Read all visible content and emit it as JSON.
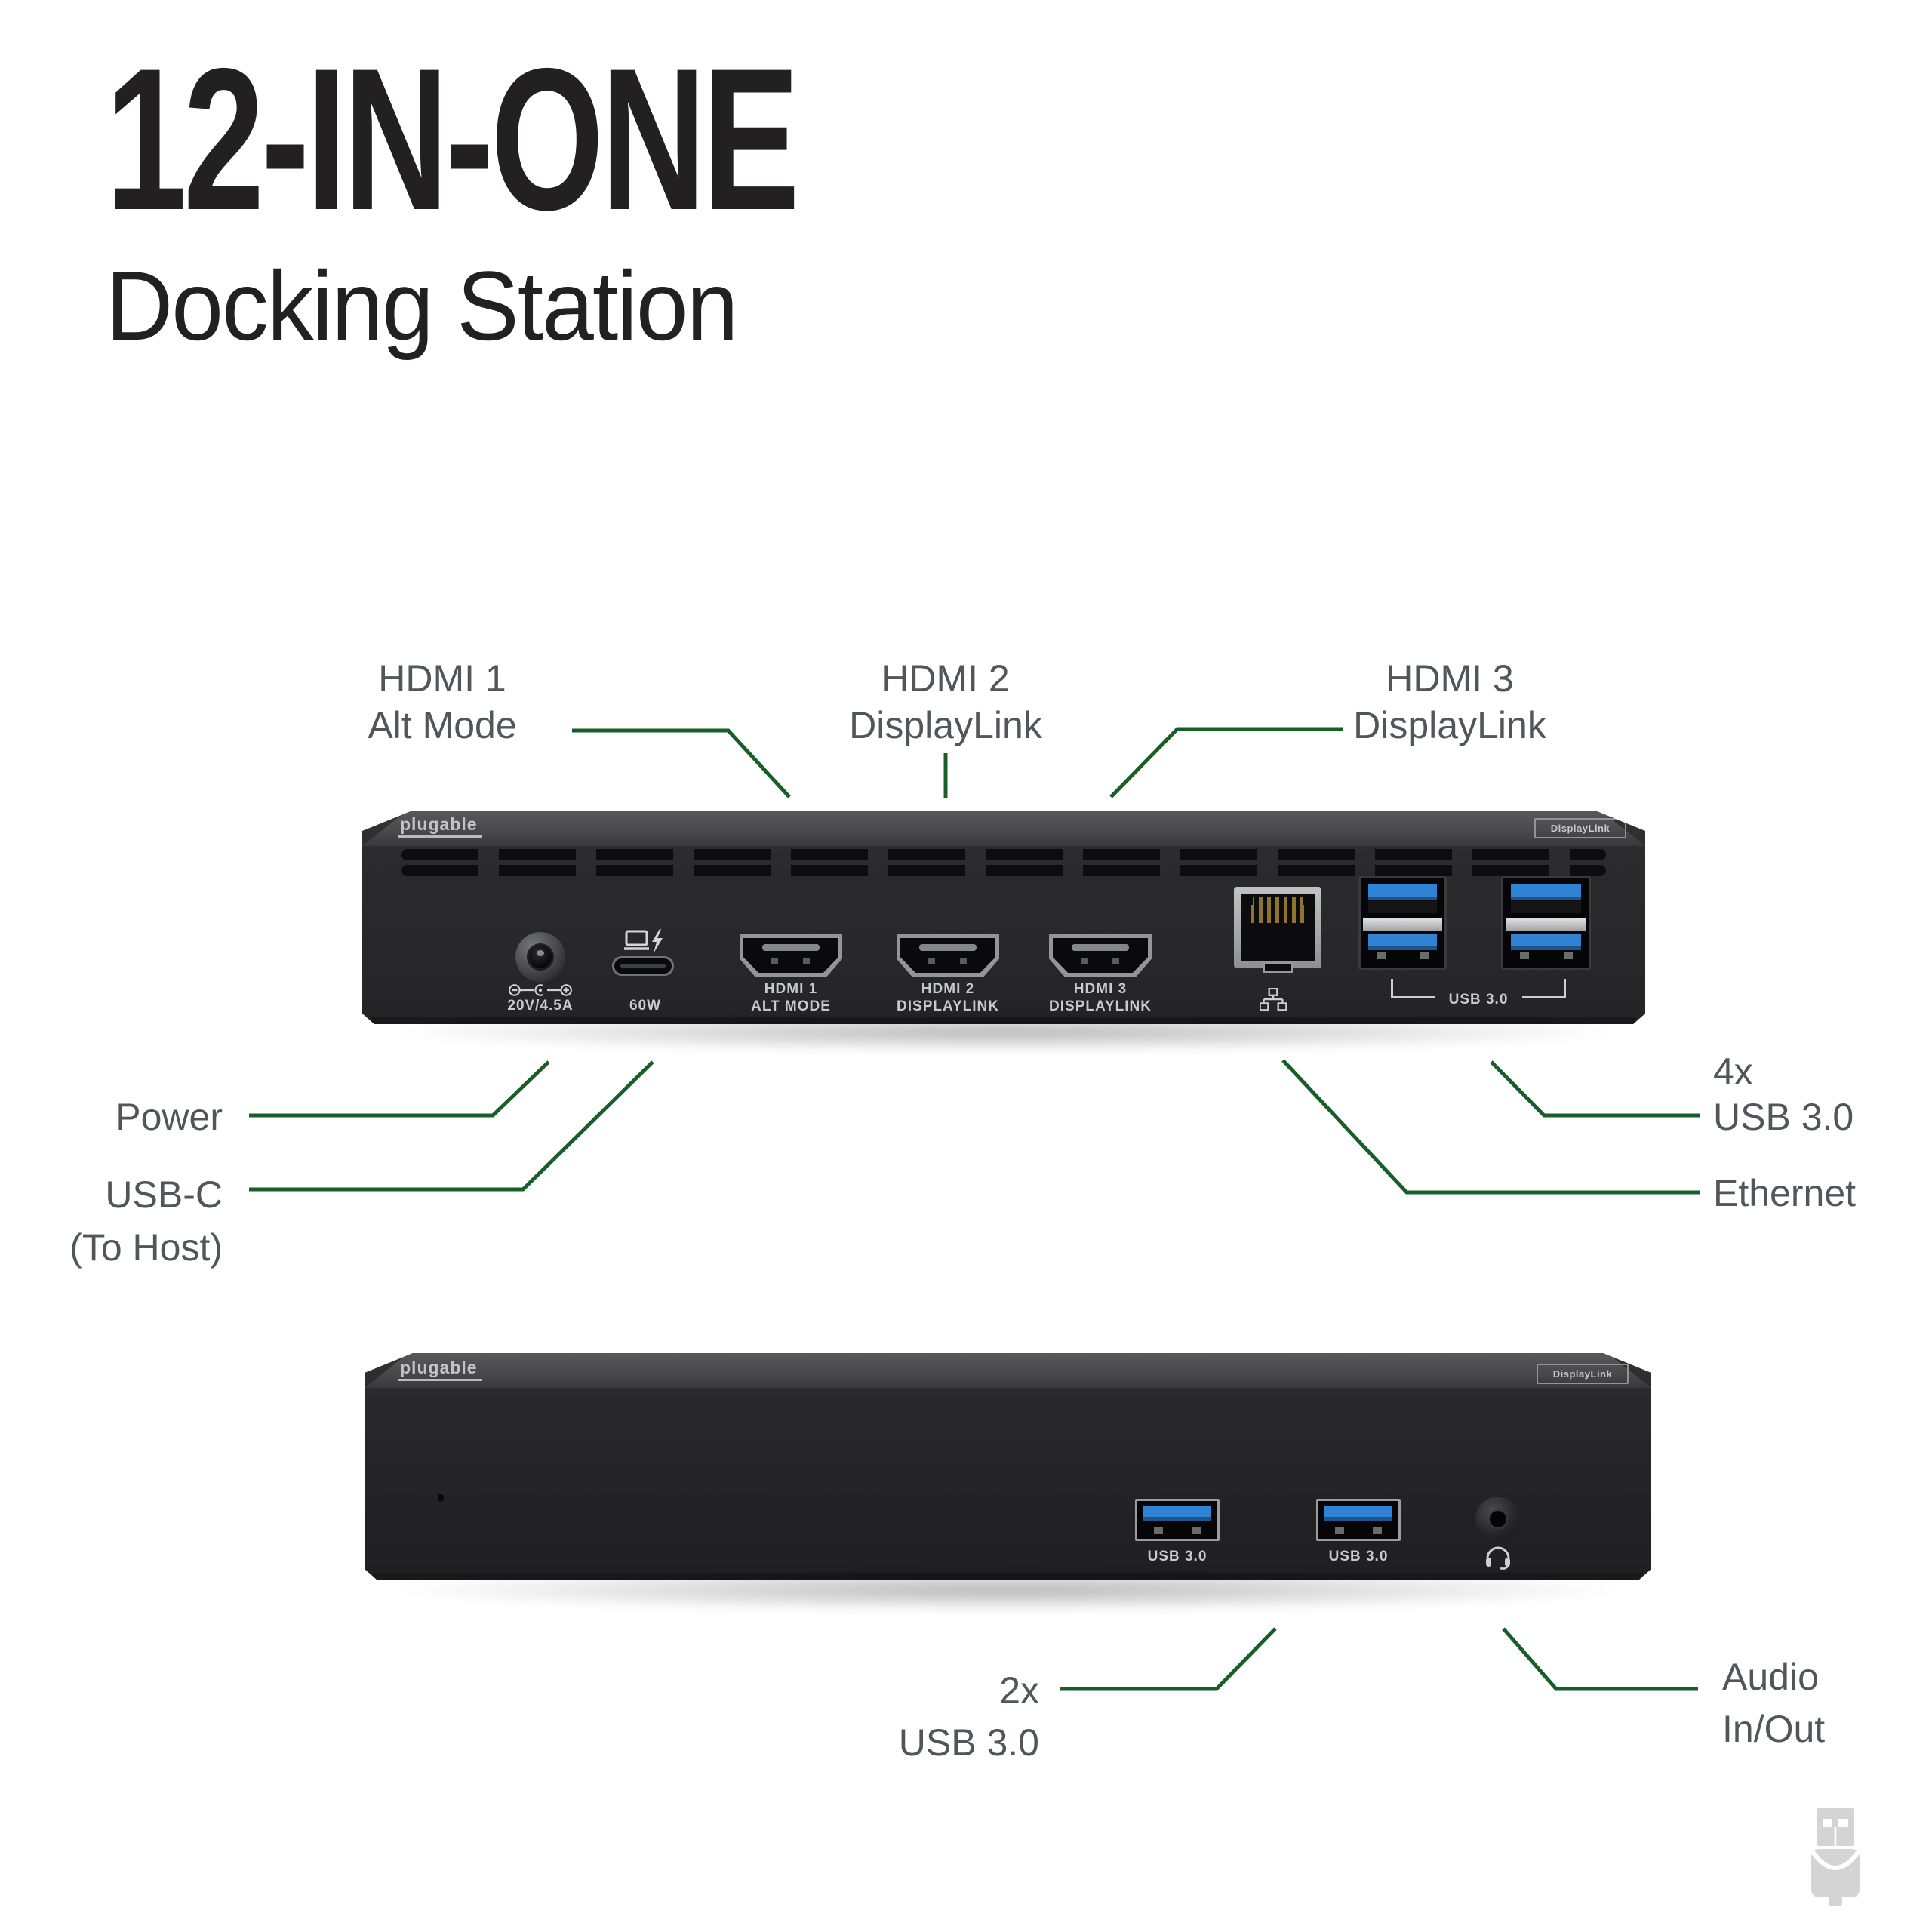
{
  "colors": {
    "accent_green": "#185e2b",
    "label_gray": "#52565b",
    "title_black": "#232021",
    "usb_blue": "#2f82d4"
  },
  "header": {
    "title": "12-IN-ONE",
    "subtitle": "Docking Station"
  },
  "callouts": {
    "hdmi1": {
      "line1": "HDMI 1",
      "line2": "Alt Mode"
    },
    "hdmi2": {
      "line1": "HDMI 2",
      "line2": "DisplayLink"
    },
    "hdmi3": {
      "line1": "HDMI 3",
      "line2": "DisplayLink"
    },
    "power": {
      "line1": "Power"
    },
    "usb_c_host": {
      "line1": "USB-C",
      "line2": "(To Host)"
    },
    "usb_rear": {
      "line1": "4x",
      "line2": "USB 3.0"
    },
    "ethernet": {
      "line1": "Ethernet"
    },
    "usb_front": {
      "line1": "2x",
      "line2": "USB 3.0"
    },
    "audio": {
      "line1": "Audio",
      "line2": "In/Out"
    }
  },
  "rear_device": {
    "brand": "plugable",
    "badge": "DisplayLink",
    "power_label": "20V/4.5A",
    "usbc_label": "60W",
    "hdmi1": {
      "line1": "HDMI 1",
      "line2": "ALT MODE"
    },
    "hdmi2": {
      "line1": "HDMI 2",
      "line2": "DISPLAYLINK"
    },
    "hdmi3": {
      "line1": "HDMI 3",
      "line2": "DISPLAYLINK"
    },
    "usb_bracket_label": "USB 3.0"
  },
  "front_device": {
    "brand": "plugable",
    "badge": "DisplayLink",
    "usb1_label": "USB 3.0",
    "usb2_label": "USB 3.0"
  }
}
